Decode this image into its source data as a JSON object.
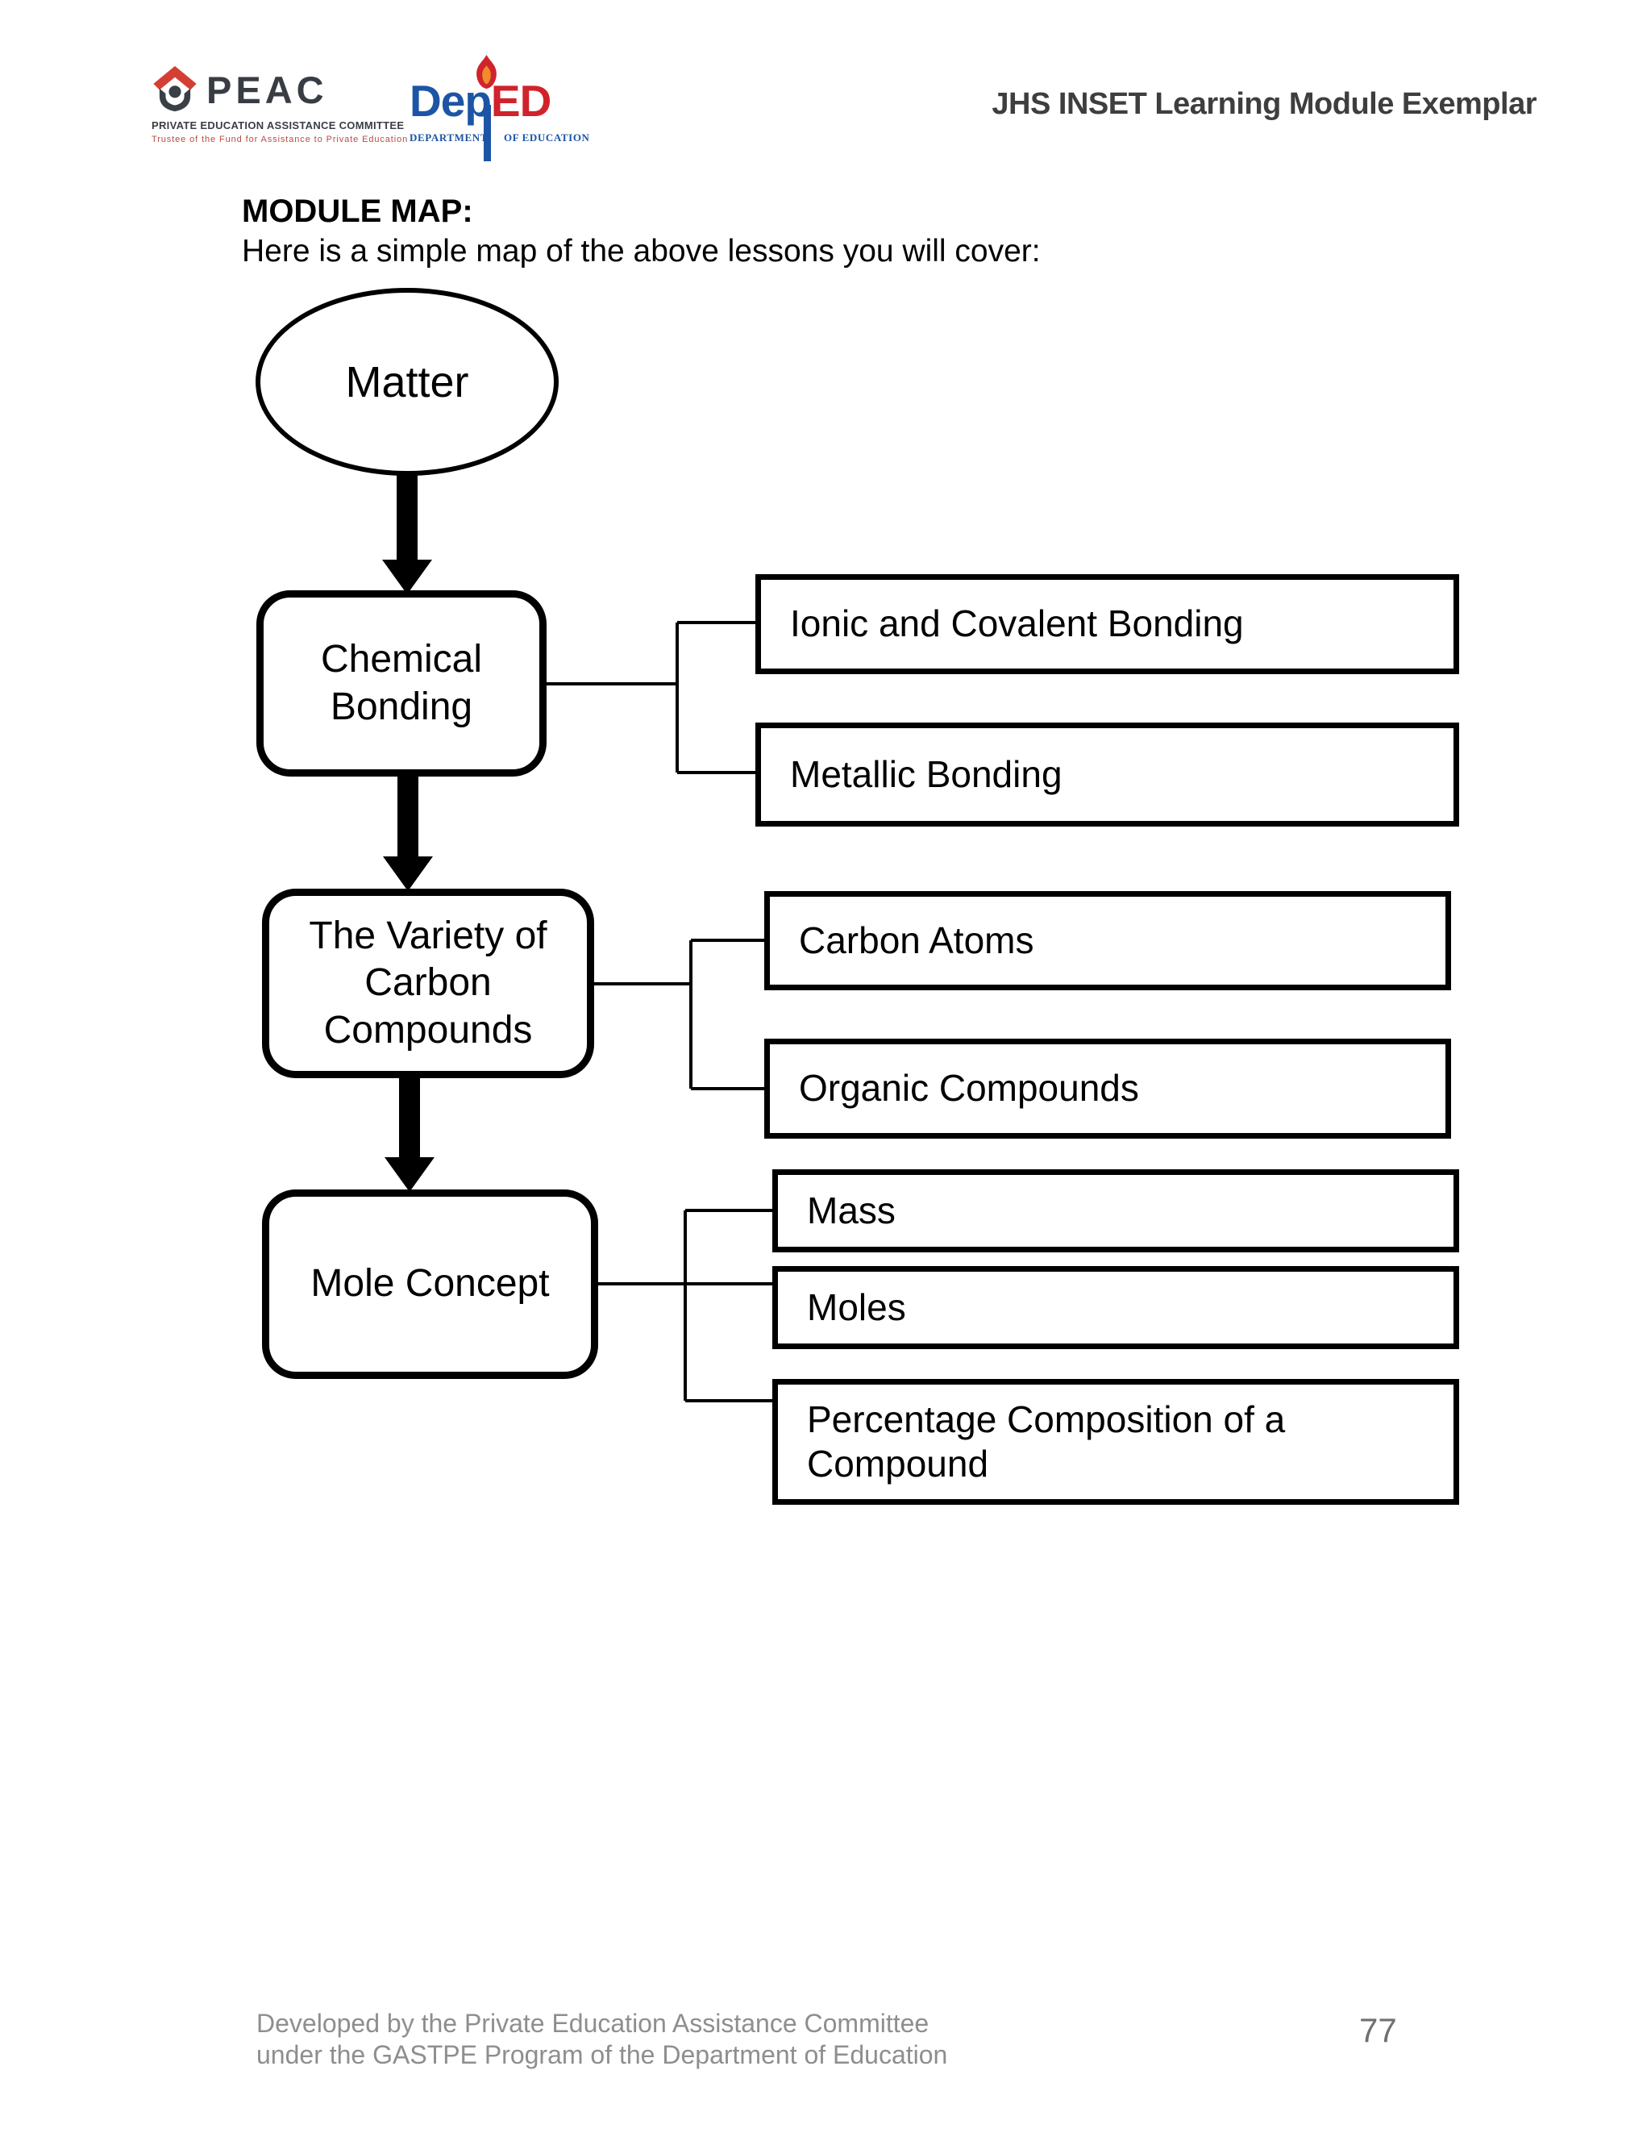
{
  "header": {
    "peac": {
      "name": "PEAC",
      "subtitle": "PRIVATE EDUCATION ASSISTANCE COMMITTEE",
      "tagline": "Trustee of the Fund for Assistance to Private Education"
    },
    "deped": {
      "word_blue": "De",
      "word_p": "p",
      "word_red": "ED",
      "sub_left": "DEPARTMENT",
      "sub_right": "OF EDUCATION"
    },
    "title": "JHS INSET Learning Module Exemplar"
  },
  "intro": {
    "heading": "MODULE MAP:",
    "subheading": "Here is a simple map of the above lessons you will cover:"
  },
  "diagram": {
    "matter": "Matter",
    "chemical_lines": [
      "Chemical",
      "Bonding"
    ],
    "variety_lines": [
      "The Variety of",
      "Carbon",
      "Compounds"
    ],
    "mole": "Mole Concept",
    "leaves": {
      "ionic": "Ionic and Covalent Bonding",
      "metallic": "Metallic Bonding",
      "carbon": "Carbon Atoms",
      "organic": "Organic Compounds",
      "mass": "Mass",
      "moles": "Moles",
      "percentage_lines": [
        "Percentage Composition of a",
        "Compound"
      ]
    }
  },
  "footer": {
    "line1": "Developed by the Private Education Assistance Committee",
    "line2": "under the GASTPE Program of the Department of Education",
    "page_number": "77"
  },
  "colors": {
    "peac_red": "#d43f34",
    "peac_charcoal": "#3a3e45",
    "deped_blue": "#1c55a5",
    "deped_red": "#d0232c",
    "header_title_gray": "#3e3e3e",
    "footer_gray": "#8e8e8e",
    "diagram_stroke": "#000000"
  }
}
